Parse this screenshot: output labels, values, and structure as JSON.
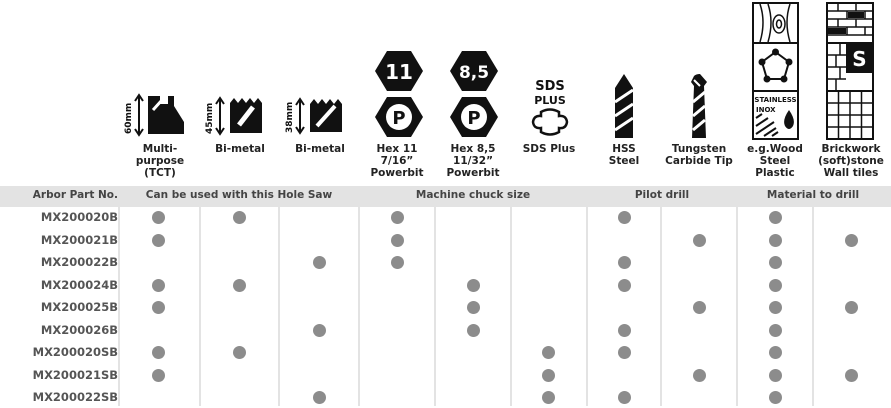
{
  "headers": [
    {
      "label": "Multi-\npurpose\n(TCT)",
      "icon": "tct-holesaw-icon"
    },
    {
      "label": "Bi-metal",
      "icon": "bimetal-45-holesaw-icon"
    },
    {
      "label": "Bi-metal",
      "icon": "bimetal-38-holesaw-icon"
    },
    {
      "label": "Hex 11\n7/16”\nPowerbit",
      "icon": "hex11-powerbit-icon"
    },
    {
      "label": "Hex 8,5\n11/32”\nPowerbit",
      "icon": "hex85-powerbit-icon"
    },
    {
      "label": "SDS Plus",
      "icon": "sds-plus-icon"
    },
    {
      "label": "HSS\nSteel",
      "icon": "hss-drill-icon"
    },
    {
      "label": "Tungsten\nCarbide Tip",
      "icon": "tungsten-drill-icon"
    },
    {
      "label": "e.g.Wood\nSteel\nPlastic",
      "icon": "wood-steel-plastic-icon"
    },
    {
      "label": "Brickwork\n(soft)stone\nWall tiles",
      "icon": "brickwork-icon"
    }
  ],
  "icon_text": {
    "tct_size": "60mm",
    "bimetal45_size": "45mm",
    "bimetal38_size": "38mm",
    "hex11": "11",
    "hex85": "8,5",
    "powerbit_letter": "P",
    "sds_line1": "SDS",
    "sds_line2": "PLUS",
    "stainless": "STAINLESS",
    "inox": "INOX",
    "stone_letter": "S"
  },
  "captions": {
    "part_no": "Arbor Part No.",
    "holesaw": "Can be used with this Hole Saw",
    "chuck": "Machine chuck size",
    "pilot": "Pilot drill",
    "material": "Material to drill"
  },
  "rows": [
    {
      "part": "MX200020B",
      "marks": [
        1,
        1,
        0,
        1,
        0,
        0,
        1,
        0,
        1,
        0
      ]
    },
    {
      "part": "MX200021B",
      "marks": [
        1,
        0,
        0,
        1,
        0,
        0,
        0,
        1,
        1,
        1
      ]
    },
    {
      "part": "MX200022B",
      "marks": [
        0,
        0,
        1,
        1,
        0,
        0,
        1,
        0,
        1,
        0
      ]
    },
    {
      "part": "MX200024B",
      "marks": [
        1,
        1,
        0,
        0,
        1,
        0,
        1,
        0,
        1,
        0
      ]
    },
    {
      "part": "MX200025B",
      "marks": [
        1,
        0,
        0,
        0,
        1,
        0,
        0,
        1,
        1,
        1
      ]
    },
    {
      "part": "MX200026B",
      "marks": [
        0,
        0,
        1,
        0,
        1,
        0,
        1,
        0,
        1,
        0
      ]
    },
    {
      "part": "MX200020SB",
      "marks": [
        1,
        1,
        0,
        0,
        0,
        1,
        1,
        0,
        1,
        0
      ]
    },
    {
      "part": "MX200021SB",
      "marks": [
        1,
        0,
        0,
        0,
        0,
        1,
        0,
        1,
        1,
        1
      ]
    },
    {
      "part": "MX200022SB",
      "marks": [
        0,
        0,
        1,
        0,
        0,
        1,
        1,
        0,
        1,
        0
      ]
    }
  ],
  "colors": {
    "mark": "#8c8c8c",
    "band": "#e3e3e3",
    "icon": "#111111"
  }
}
